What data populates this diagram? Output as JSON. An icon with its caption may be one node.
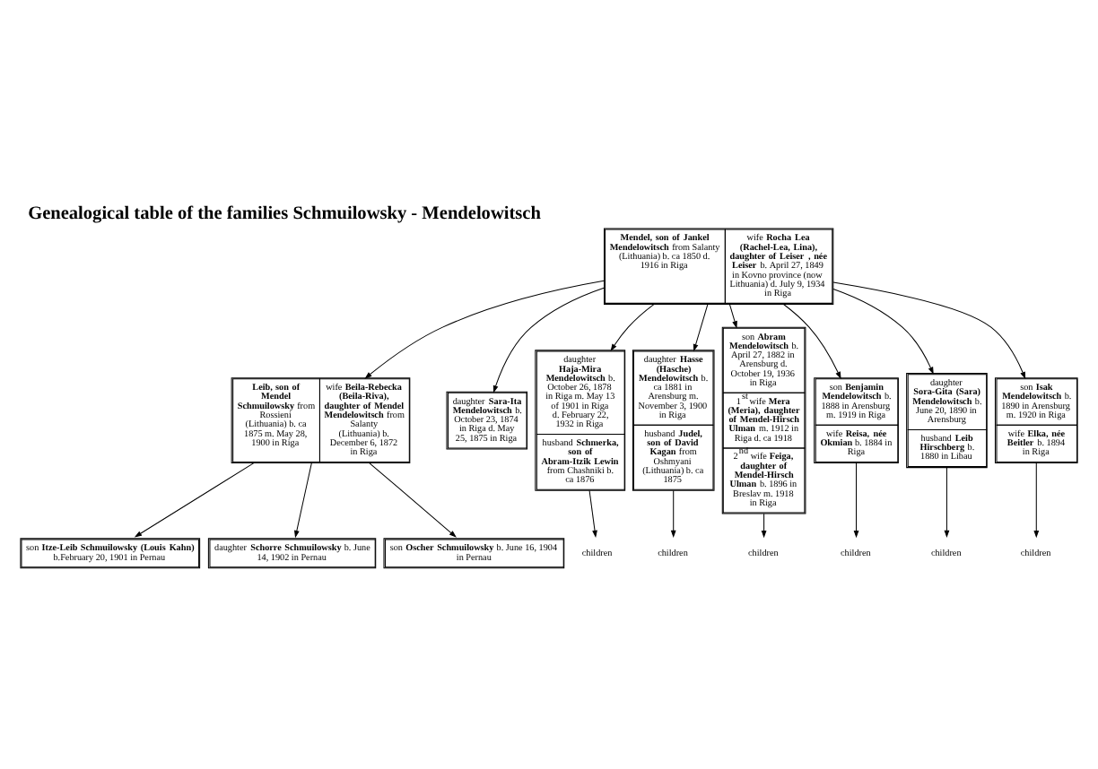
{
  "diagram": {
    "title": "Genealogical table of the families Schmuilowsky - Mendelowitsch",
    "nodes": [
      {
        "text": [
          "**Mendel, son of Jankel Mendelowitsch** from Salanty (Lithuania) b. ca 1850 d. 1916 in Riga",
          "wife **Rocha Lea (Rachel-Lea, Lina), daughter of Leiser , née Leiser** b. April 27, 1849 in Kovno province (now Lithuania) d. July 9, 1934 in Riga"
        ]
      },
      {
        "text": [
          "**Leib, son of Mendel Schmuilowsky** from Rossieni (Lithuania) b. ca 1875 m. May 28, 1900 in Riga",
          "wife **Beila-Rebecka (Beila-Riva), daughter of Mendel Mendelowitsch** from Salanty (Lithuania) b. December 6, 1872 in Riga"
        ]
      },
      {
        "text": [
          "daughter **Sara-Ita Mendelowitsch** b. October 23, 1874 in Riga d. May 25, 1875 in Riga"
        ]
      },
      {
        "text": [
          "daughter **Haja-Mira Mendelowitsch** b. October 26, 1878 in Riga m. May 13 of 1901 in Riga d. February 22, 1932 in Riga",
          "husband **Schmerka, son of Abram-Itzik Lewin** from Chashniki b. ca 1876"
        ]
      },
      {
        "text": [
          "daughter **Hasse (Hasche) Mendelowitsch** b. ca 1881 in Arensburg m. November 3, 1900 in Riga",
          "husband **Judel, son of David Kagan** from Oshmyani (Lithuania) b. ca 1875"
        ]
      },
      {
        "text": [
          "son **Abram Mendelowitsch** b. April 27, 1882 in Arensburg d. October 19, 1936 in Riga",
          "1$^{st}$ wife **Mera (Meria), daughter of Mendel-Hirsch Ulman** m. 1912 in Riga d. ca 1918",
          "2$^{nd}$ wife **Feiga, daughter of Mendel-Hirsch Ulman** b. 1896 in Breslav m. 1918 in Riga"
        ]
      },
      {
        "text": [
          "son **Benjamin Mendelowitsch** b. 1888 in Arensburg m. 1919 in Riga",
          "wife **Reisa, née Okmian** b. 1884 in Riga"
        ]
      },
      {
        "text": [
          "daughter **Sora-Gita (Sara) Mendelowitsch** b. June 20, 1890 in Arensburg",
          "husband **Leib Hirschberg** b. 1880 in Libau"
        ]
      },
      {
        "text": [
          "son **Isak Mendelowitsch** b. 1890 in Arensburg m. 1920 in Riga",
          "wife **Elka, née Beitler** b. 1894 in Riga"
        ]
      },
      {
        "text": [
          "son **Itze-Leib Schmuilowsky (Louis Kahn)** b.February 20, 1901 in Pernau"
        ]
      },
      {
        "text": [
          "daughter **Schorre Schmuilowsky** b. June 14, 1902 in Pernau"
        ]
      },
      {
        "text": [
          "son **Oscher Schmuilowsky** b. June 16, 1904 in Pernau"
        ]
      },
      {
        "text": [
          "children"
        ]
      },
      {
        "text": [
          "children"
        ]
      },
      {
        "text": [
          "children"
        ]
      },
      {
        "text": [
          "children"
        ]
      },
      {
        "text": [
          "children"
        ]
      },
      {
        "text": [
          "children"
        ]
      }
    ],
    "edges": [
      {
        "from": 0,
        "to": 1,
        "arrow": "to"
      },
      {
        "from": 0,
        "to": 2,
        "arrow": "to"
      },
      {
        "from": 0,
        "to": 3,
        "arrow": "to"
      },
      {
        "from": 0,
        "to": 4,
        "arrow": "to"
      },
      {
        "from": 0,
        "to": 5,
        "arrow": "to"
      },
      {
        "from": 0,
        "to": 6,
        "arrow": "to"
      },
      {
        "from": 0,
        "to": 7,
        "arrow": "to"
      },
      {
        "from": 0,
        "to": 8,
        "arrow": "to"
      },
      {
        "from": 1,
        "to": 9,
        "arrow": "to"
      },
      {
        "from": 1,
        "to": 10,
        "arrow": "to"
      },
      {
        "from": 1,
        "to": 11,
        "arrow": "to"
      },
      {
        "from": 3,
        "to": 12,
        "arrow": "to"
      },
      {
        "from": 4,
        "to": 13,
        "arrow": "to"
      },
      {
        "from": 5,
        "to": 14,
        "arrow": "to"
      },
      {
        "from": 6,
        "to": 15,
        "arrow": "to"
      },
      {
        "from": 7,
        "to": 16,
        "arrow": "to"
      },
      {
        "from": 8,
        "to": 17,
        "arrow": "to"
      }
    ]
  }
}
